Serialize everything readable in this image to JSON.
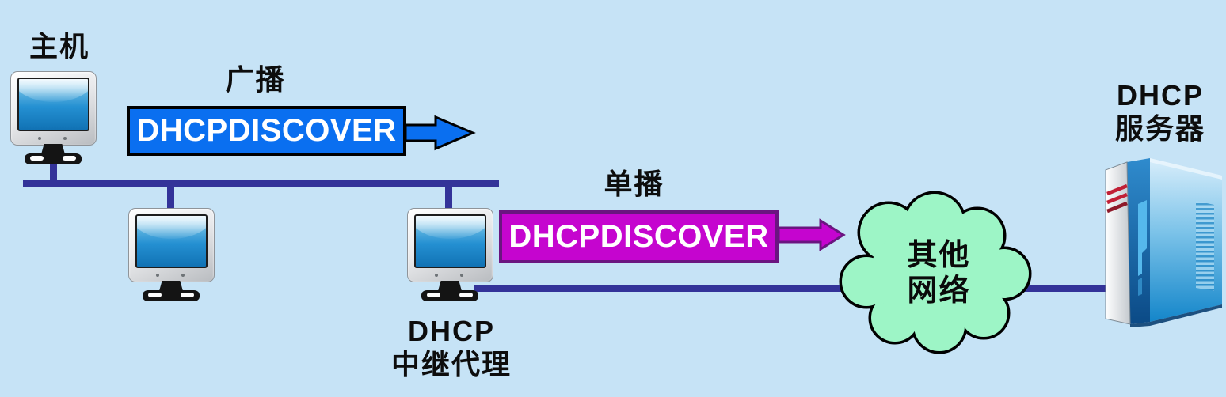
{
  "diagram": {
    "title_semantic": "dhcp-relay-agent-diagram",
    "background_color": "#c6e3f6",
    "line_color": "#333399"
  },
  "labels": {
    "host": "主机",
    "broadcast": "广播",
    "unicast": "单播",
    "relay_line1": "DHCP",
    "relay_line2": "中继代理",
    "server_line1": "DHCP",
    "server_line2": "服务器",
    "cloud_line1": "其他",
    "cloud_line2": "网络"
  },
  "messages": {
    "broadcast_box": {
      "text": "DHCPDISCOVER",
      "fill": "#0a6ff0",
      "border": "#000000",
      "text_color": "#ffffff"
    },
    "unicast_box": {
      "text": "DHCPDISCOVER",
      "fill": "#c505cf",
      "border": "#6a1580",
      "text_color": "#ffffff"
    }
  },
  "icons": {
    "host_computer": "computer-monitor-icon",
    "lan_computer": "computer-monitor-icon",
    "relay_computer": "computer-monitor-icon",
    "cloud": "network-cloud-icon",
    "server": "server-tower-icon",
    "broadcast_arrow": "right-arrow-icon",
    "unicast_arrow": "right-arrow-icon",
    "cloud_fill": "#9df5c6",
    "cloud_border": "#000000"
  }
}
